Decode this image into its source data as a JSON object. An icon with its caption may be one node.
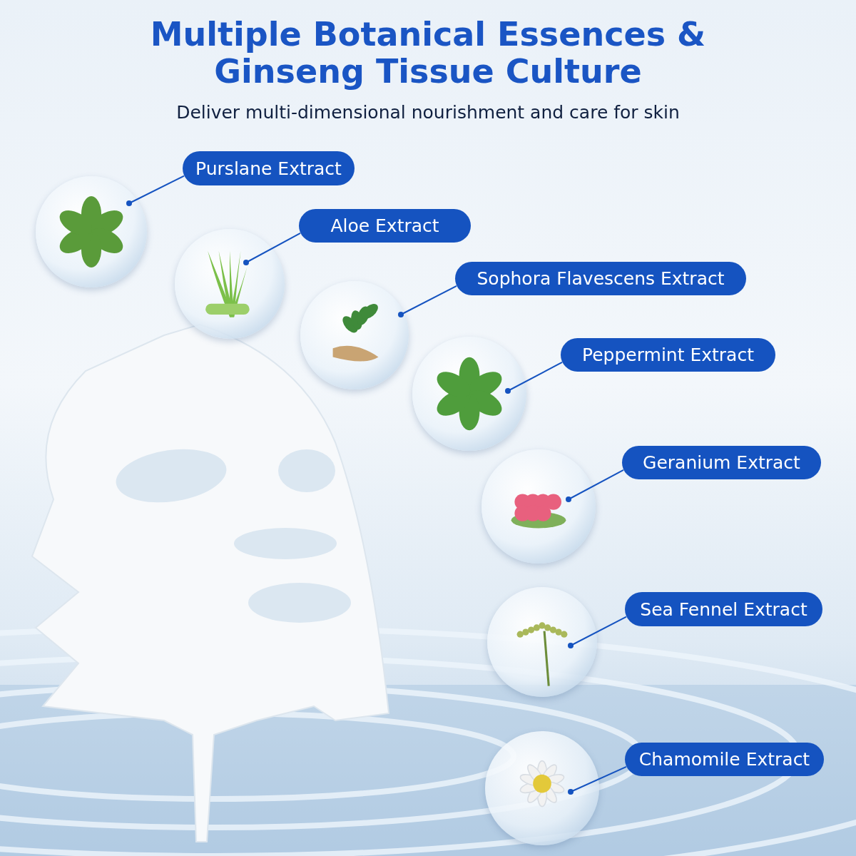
{
  "diagram": {
    "title": "Multiple Botanical Essences & Ginseng Tissue Culture",
    "caption": "Deliver multi-dimensional nourishment and care for skin",
    "nodes": [
      {
        "text": [
          "Purslane Extract"
        ]
      },
      {
        "text": [],
        "shape": "picture"
      },
      {
        "text": [
          "Aloe Extract"
        ]
      },
      {
        "text": [],
        "shape": "picture"
      },
      {
        "text": [
          "Sophora Flavescens Extract"
        ]
      },
      {
        "text": [],
        "shape": "picture"
      },
      {
        "text": [
          "Peppermint Extract"
        ]
      },
      {
        "text": [],
        "shape": "picture"
      },
      {
        "text": [
          "Geranium Extract"
        ]
      },
      {
        "text": [],
        "shape": "picture"
      },
      {
        "text": [
          "Sea Fennel Extract"
        ]
      },
      {
        "text": [],
        "shape": "picture"
      },
      {
        "text": [
          "Chamomile Extract"
        ]
      },
      {
        "text": [],
        "shape": "picture"
      }
    ],
    "edges": [
      {
        "from": 0,
        "to": 1,
        "arrow": "other"
      },
      {
        "from": 2,
        "to": 3,
        "arrow": "other"
      },
      {
        "from": 4,
        "to": 5,
        "arrow": "other"
      },
      {
        "from": 6,
        "to": 7,
        "arrow": "other"
      },
      {
        "from": 8,
        "to": 9,
        "arrow": "other"
      },
      {
        "from": 10,
        "to": 11,
        "arrow": "other"
      },
      {
        "from": 12,
        "to": 13,
        "arrow": "other"
      }
    ]
  }
}
